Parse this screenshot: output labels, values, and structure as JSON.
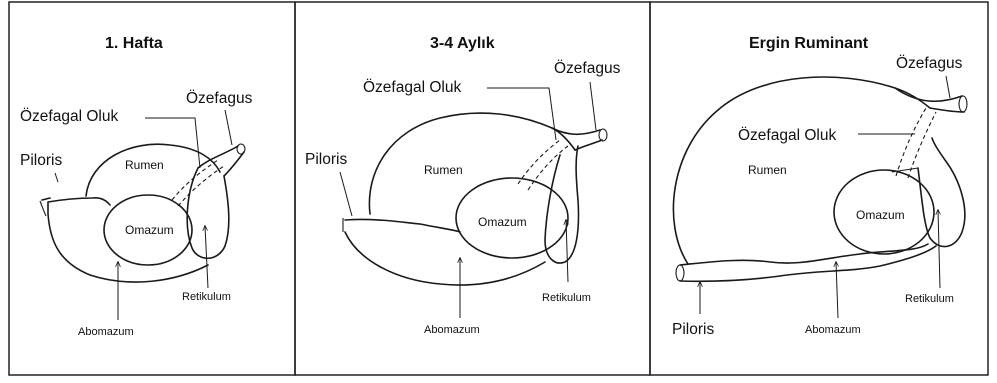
{
  "panels": [
    {
      "title": "1. Hafta",
      "labels": {
        "ozefagus": "Özefagus",
        "ozefagal_oluk": "Özefagal Oluk",
        "piloris": "Piloris",
        "rumen": "Rumen",
        "omazum": "Omazum",
        "retikulum": "Retikulum",
        "abomazum": "Abomazum"
      }
    },
    {
      "title": "3-4 Aylık",
      "labels": {
        "ozefagus": "Özefagus",
        "ozefagal_oluk": "Özefagal Oluk",
        "piloris": "Piloris",
        "rumen": "Rumen",
        "omazum": "Omazum",
        "retikulum": "Retikulum",
        "abomazum": "Abomazum"
      }
    },
    {
      "title": "Ergin Ruminant",
      "labels": {
        "ozefagus": "Özefagus",
        "ozefagal_oluk": "Özefagal Oluk",
        "piloris": "Piloris",
        "rumen": "Rumen",
        "omazum": "Omazum",
        "retikulum": "Retikulum",
        "abomazum": "Abomazum"
      }
    }
  ]
}
